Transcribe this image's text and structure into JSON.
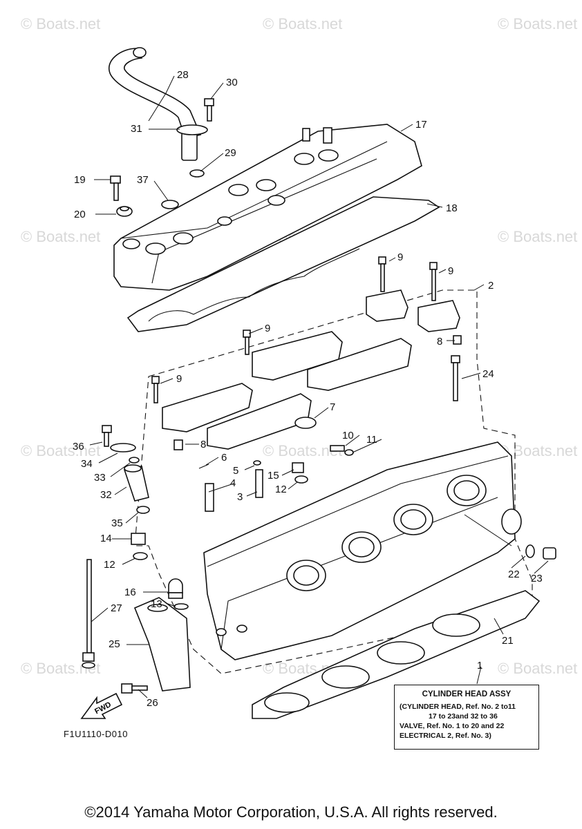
{
  "watermark": "© Boats.net",
  "callouts": [
    "1",
    "2",
    "3",
    "4",
    "5",
    "6",
    "7",
    "8",
    "8",
    "9",
    "9",
    "9",
    "9",
    "10",
    "11",
    "12",
    "12",
    "13",
    "14",
    "15",
    "16",
    "17",
    "18",
    "19",
    "20",
    "21",
    "22",
    "23",
    "24",
    "25",
    "26",
    "27",
    "28",
    "29",
    "30",
    "31",
    "32",
    "33",
    "34",
    "35",
    "36",
    "37"
  ],
  "assembly_box": {
    "title": "CYLINDER HEAD ASSY",
    "lines": [
      "(CYLINDER HEAD, Ref. No. 2 to11",
      "17 to 23and 32 to 36",
      "VALVE, Ref. No. 1 to 20 and 22",
      "ELECTRICAL 2, Ref. No. 3)"
    ]
  },
  "fwd_label": "FWD",
  "figure_code": "F1U1110-D010",
  "copyright": "©2014 Yamaha Motor Corporation, U.S.A. All rights reserved."
}
